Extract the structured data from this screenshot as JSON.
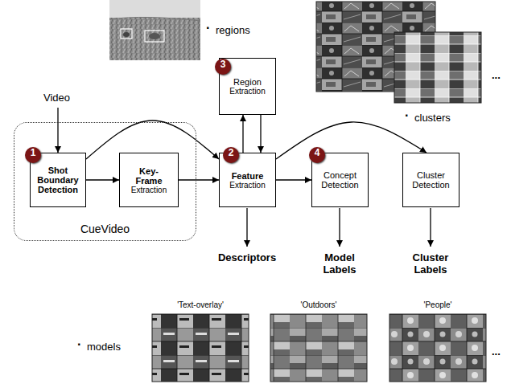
{
  "diagram": {
    "nodes": [
      {
        "text": [
          "CueVideo"
        ]
      },
      {
        "text": [
          "Shot Boundary Detection"
        ],
        "in": 0
      },
      {
        "text": [
          "Key-Frame",
          "Extraction"
        ],
        "in": 0
      },
      {
        "text": [
          "Region",
          "Extraction"
        ]
      },
      {
        "text": [
          "Feature",
          "Extraction"
        ]
      },
      {
        "text": [
          "Concept Detection"
        ]
      },
      {
        "text": [
          "Cluster Detection"
        ]
      }
    ],
    "edges": [
      {
        "from": 1,
        "to": 2,
        "arrow": "to"
      },
      {
        "from": 1,
        "to": 4,
        "arrow": "to"
      },
      {
        "from": 2,
        "to": 4,
        "arrow": "to"
      },
      {
        "from": 4,
        "to": 3,
        "arrow": "to"
      },
      {
        "from": 3,
        "to": 4,
        "arrow": "to"
      },
      {
        "from": 4,
        "to": 5,
        "arrow": "to"
      },
      {
        "from": 4,
        "to": 6,
        "arrow": "to"
      }
    ],
    "labels": [
      "Video",
      "·",
      "regions",
      "...",
      "·",
      "clusters",
      "1",
      "2",
      "3",
      "4",
      "Descriptors",
      "Model Labels",
      "Cluster Labels",
      "·",
      "models",
      "'Text-overlay'",
      "'Outdoors'",
      "'People'",
      "..."
    ]
  }
}
